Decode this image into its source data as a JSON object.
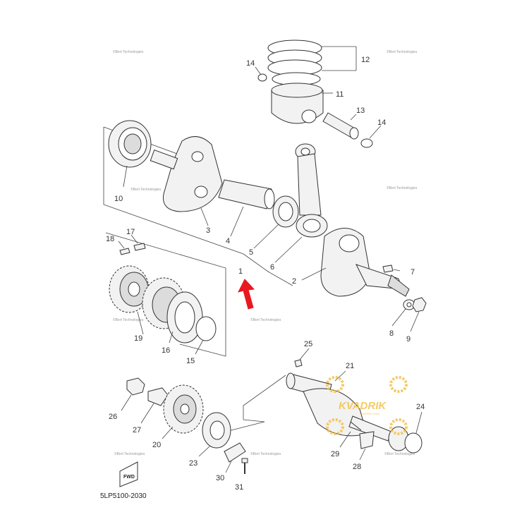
{
  "diagram": {
    "code": "5LP5100-2030",
    "fwd_label": "FWD",
    "watermark": "©Bert Technologies",
    "logo": {
      "name": "KVADRIK",
      "sub": "KVADRIK.COM"
    },
    "highlight_color": "#e8191f",
    "logo_color": "#f2c24a",
    "labels": {
      "l1": "1",
      "l2": "2",
      "l3": "3",
      "l4": "4",
      "l5": "5",
      "l6": "6",
      "l7": "7",
      "l8": "8",
      "l9": "9",
      "l10": "10",
      "l11": "11",
      "l12": "12",
      "l13": "13",
      "l14a": "14",
      "l14b": "14",
      "l15": "15",
      "l16": "16",
      "l17": "17",
      "l18": "18",
      "l19": "19",
      "l20": "20",
      "l21": "21",
      "l23": "23",
      "l24": "24",
      "l25": "25",
      "l26": "26",
      "l27": "27",
      "l28": "28",
      "l29": "29",
      "l30": "30",
      "l31": "31"
    }
  }
}
